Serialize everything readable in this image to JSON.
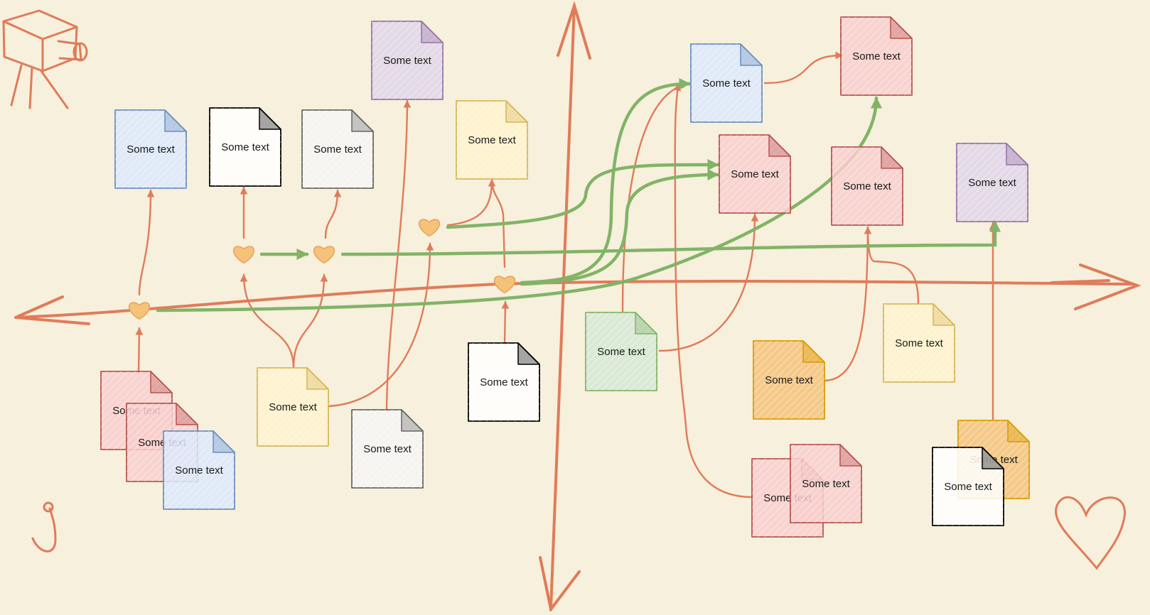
{
  "palette": {
    "background": "#f6f0dc",
    "connector": "#e07b5a",
    "flow": "#82b366",
    "heart": "#f5c27a",
    "heart_stroke": "#e8a25a"
  },
  "documents": [
    {
      "id": "d1",
      "label": "Some text",
      "fill": "#dae8fc",
      "stroke": "#6c8ebf"
    },
    {
      "id": "d2",
      "label": "Some text",
      "fill": "#ffffff",
      "stroke": "#000000"
    },
    {
      "id": "d3",
      "label": "Some text",
      "fill": "#f5f5f5",
      "stroke": "#666666"
    },
    {
      "id": "d4",
      "label": "Some text",
      "fill": "#e1d5e7",
      "stroke": "#9673a6"
    },
    {
      "id": "d5",
      "label": "Some text",
      "fill": "#fff2cc",
      "stroke": "#d6b656"
    },
    {
      "id": "d6",
      "label": "Some text",
      "fill": "#dae8fc",
      "stroke": "#6c8ebf"
    },
    {
      "id": "d7",
      "label": "Some text",
      "fill": "#f8cecc",
      "stroke": "#b85450"
    },
    {
      "id": "d8",
      "label": "Some text",
      "fill": "#f8cecc",
      "stroke": "#b85450"
    },
    {
      "id": "d9",
      "label": "Some text",
      "fill": "#f8cecc",
      "stroke": "#b85450"
    },
    {
      "id": "d10",
      "label": "Some text",
      "fill": "#e1d5e7",
      "stroke": "#9673a6"
    },
    {
      "id": "d11",
      "label": "Some text",
      "fill": "#f8cecc",
      "stroke": "#b85450"
    },
    {
      "id": "d12",
      "label": "Some text",
      "fill": "#f8cecc",
      "stroke": "#b85450"
    },
    {
      "id": "d13",
      "label": "Some text",
      "fill": "#dae8fc",
      "stroke": "#6c8ebf"
    },
    {
      "id": "d14",
      "label": "Some text",
      "fill": "#fff2cc",
      "stroke": "#d6b656"
    },
    {
      "id": "d15",
      "label": "Some text",
      "fill": "#f5f5f5",
      "stroke": "#666666"
    },
    {
      "id": "d16",
      "label": "Some text",
      "fill": "#ffffff",
      "stroke": "#000000"
    },
    {
      "id": "d17",
      "label": "Some text",
      "fill": "#d5e8d4",
      "stroke": "#82b366"
    },
    {
      "id": "d18",
      "label": "Some text",
      "fill": "#f5c27a",
      "stroke": "#d79b00"
    },
    {
      "id": "d19",
      "label": "Some text",
      "fill": "#fff2cc",
      "stroke": "#d6b656"
    },
    {
      "id": "d20",
      "label": "Some text",
      "fill": "#f8cecc",
      "stroke": "#b85450"
    },
    {
      "id": "d21",
      "label": "Some text",
      "fill": "#f8cecc",
      "stroke": "#b85450"
    },
    {
      "id": "d22",
      "label": "Some text",
      "fill": "#f5c27a",
      "stroke": "#d79b00"
    },
    {
      "id": "d23",
      "label": "Some text",
      "fill": "#ffffff",
      "stroke": "#000000"
    }
  ],
  "decorations": [
    "camera-icon",
    "hook-icon",
    "heart-outline-icon"
  ]
}
